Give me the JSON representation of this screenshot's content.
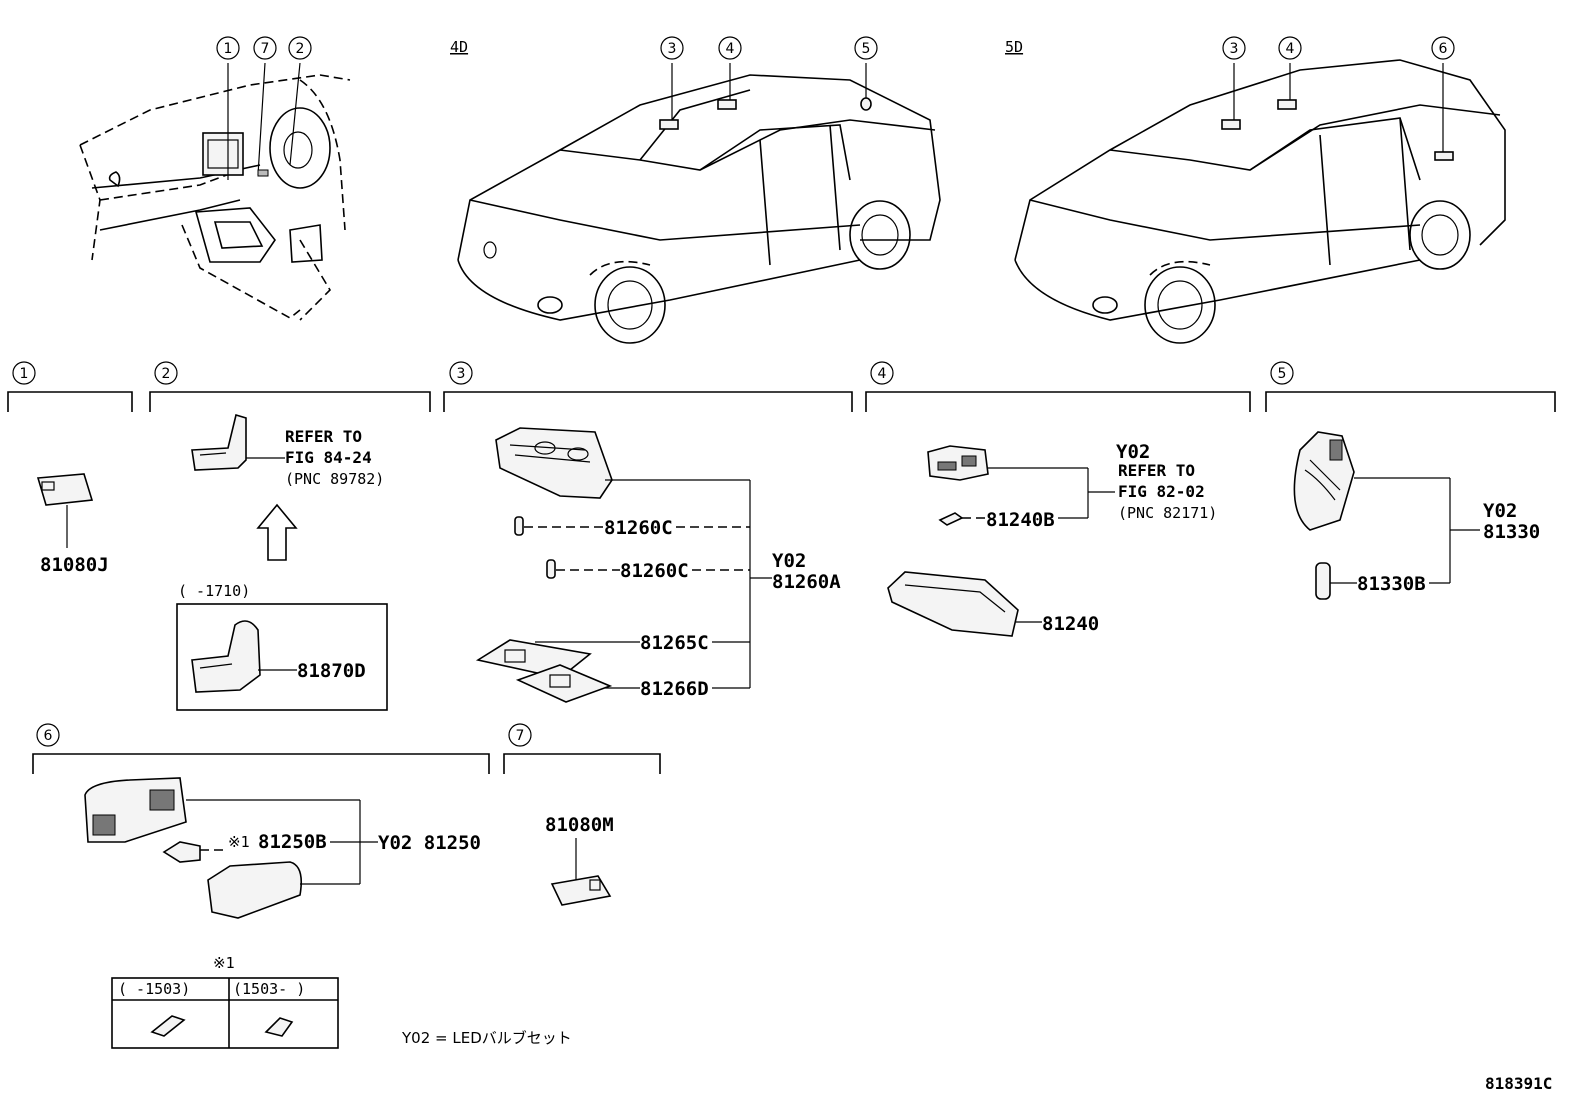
{
  "sections": {
    "s1": {
      "num": "1"
    },
    "s2": {
      "num": "2"
    },
    "s3": {
      "num": "3"
    },
    "s4": {
      "num": "4"
    },
    "s5": {
      "num": "5"
    },
    "s6": {
      "num": "6"
    },
    "s7": {
      "num": "7"
    }
  },
  "views": {
    "dash_callouts": [
      "1",
      "7",
      "2"
    ],
    "sedan": {
      "label": "4D",
      "callouts": [
        "3",
        "4",
        "5"
      ]
    },
    "wagon": {
      "label": "5D",
      "callouts": [
        "3",
        "4",
        "6"
      ]
    }
  },
  "parts": {
    "p81080j": "81080J",
    "p81870d": "81870D",
    "date_1710": "(      -1710)",
    "ref2": [
      "REFER TO",
      "FIG 84-24",
      "(PNC 89782)"
    ],
    "p81260c_1": "81260C",
    "p81260c_2": "81260C",
    "p81265c": "81265C",
    "p81266d": "81266D",
    "y02_3": "Y02",
    "p81260a": "81260A",
    "y02_4": "Y02",
    "ref4": [
      "REFER TO",
      "FIG 82-02",
      "(PNC 82171)"
    ],
    "p81240b": "81240B",
    "p81240": "81240",
    "y02_5": "Y02",
    "p81330": "81330",
    "p81330b": "81330B",
    "mark_81250b": "※1",
    "p81250b": "81250B",
    "p81250": "Y02 81250",
    "p81080m": "81080M"
  },
  "bulb_table": {
    "mark": "※1",
    "col1": "(     -1503)",
    "col2": "(1503-     )"
  },
  "legend": "Y02 = LEDバルブセット",
  "fig_code": "818391C"
}
